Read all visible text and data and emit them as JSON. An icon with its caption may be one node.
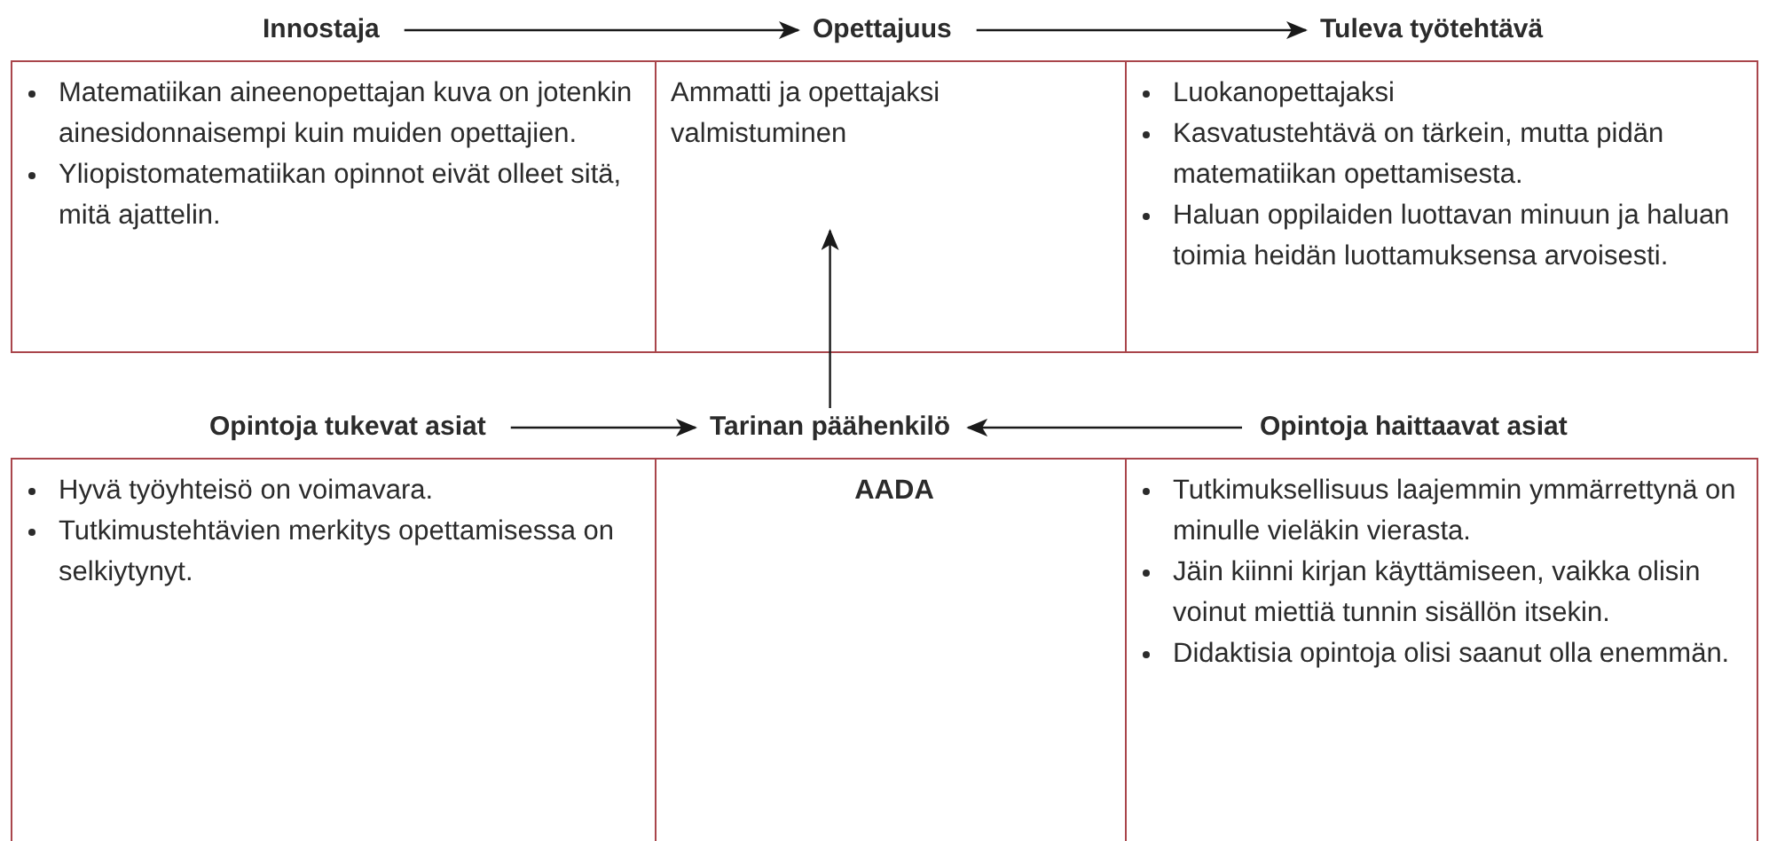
{
  "diagram": {
    "nodes": [
      {
        "text": [
          "Innostaja"
        ]
      },
      {
        "text": [
          "Opettajuus"
        ]
      },
      {
        "text": [
          "Tuleva työtehtävä"
        ]
      },
      {
        "text": [
          "Matematiikan aineenopettajan kuva on jotenkin ainesidonnaisempi kuin muiden opettajien.",
          "Yliopistomatematiikan opinnot eivät olleet sitä, mitä ajattelin."
        ]
      },
      {
        "text": [
          "Ammatti ja opettajaksi valmistuminen"
        ]
      },
      {
        "text": [
          "Luokanopettajaksi",
          "Kasvatustehtävä on tärkein, mutta pidän matematiikan opettamisesta.",
          "Haluan oppilaiden luottavan minuun ja haluan toimia heidän luottamuksensa arvoisesti."
        ]
      },
      {
        "text": [
          "Opintoja tukevat asiat"
        ]
      },
      {
        "text": [
          "Tarinan päähenkilö"
        ]
      },
      {
        "text": [
          "Opintoja haittaavat asiat"
        ]
      },
      {
        "text": [
          "Hyvä työyhteisö on voimavara.",
          "Tutkimustehtävien merkitys opettamisessa on selkiytynyt."
        ]
      },
      {
        "text": [
          "AADA"
        ]
      },
      {
        "text": [
          "Tutkimuksellisuus laajemmin ymmärrettynä on minulle vieläkin vierasta.",
          "Jäin kiinni kirjan käyttämiseen, vaikka olisin voinut miettiä tunnin sisällön itsekin.",
          "Didaktisia opintoja olisi saanut olla enemmän."
        ]
      }
    ],
    "edges": [
      {
        "from": 0,
        "to": 1,
        "arrow": "to"
      },
      {
        "from": 1,
        "to": 2,
        "arrow": "to"
      },
      {
        "from": 6,
        "to": 7,
        "arrow": "to"
      },
      {
        "from": 8,
        "to": 7,
        "arrow": "to"
      },
      {
        "from": 7,
        "to": 4,
        "arrow": "to"
      }
    ]
  }
}
